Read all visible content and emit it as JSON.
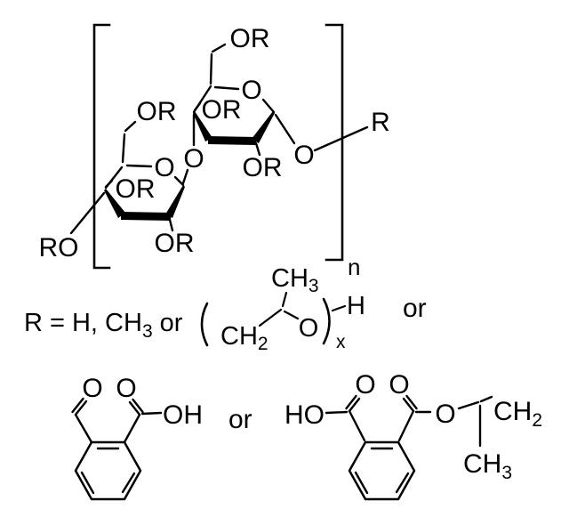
{
  "figure": {
    "background": "#ffffff",
    "line_color": "#000000"
  },
  "polymer": {
    "bracket_subscript": "n",
    "upper_ring": {
      "ch2or_label": "OR",
      "ring_oxygen": "O",
      "c3_label": "OR",
      "c2_label": "OR",
      "anomeric_oxygen": "O",
      "chain_end_r": "R"
    },
    "lower_ring": {
      "ch2or_label": "OR",
      "ring_oxygen": "O",
      "glycosidic_oxygen": "O",
      "c3_label": "OR",
      "c2_label": "OR",
      "chain_start_ro": "RO"
    }
  },
  "r_definition": {
    "prefix": "R = H, CH",
    "prefix_subscript": "3",
    "or_word": "or",
    "hydroxypropyl_unit": {
      "ch2": "CH",
      "ch2_subscript": "2",
      "ch3": "CH",
      "ch3_subscript": "3",
      "oxygen": "O",
      "repeat_subscript": "x",
      "terminal_h": "H"
    },
    "or_word_after": "or"
  },
  "phthalyl_fragment": {
    "carbonyl_oxygen": "O",
    "acid_carbonyl_oxygen": "O",
    "acid_oh": "OH"
  },
  "or_word_bottom": "or",
  "phthalate_ester_fragment": {
    "acid_ho": "HO",
    "acid_carbonyl_oxygen": "O",
    "ester_carbonyl_oxygen": "O",
    "ester_oxygen": "O",
    "ch2": "CH",
    "ch2_subscript": "2",
    "ch3": "CH",
    "ch3_subscript": "3"
  }
}
